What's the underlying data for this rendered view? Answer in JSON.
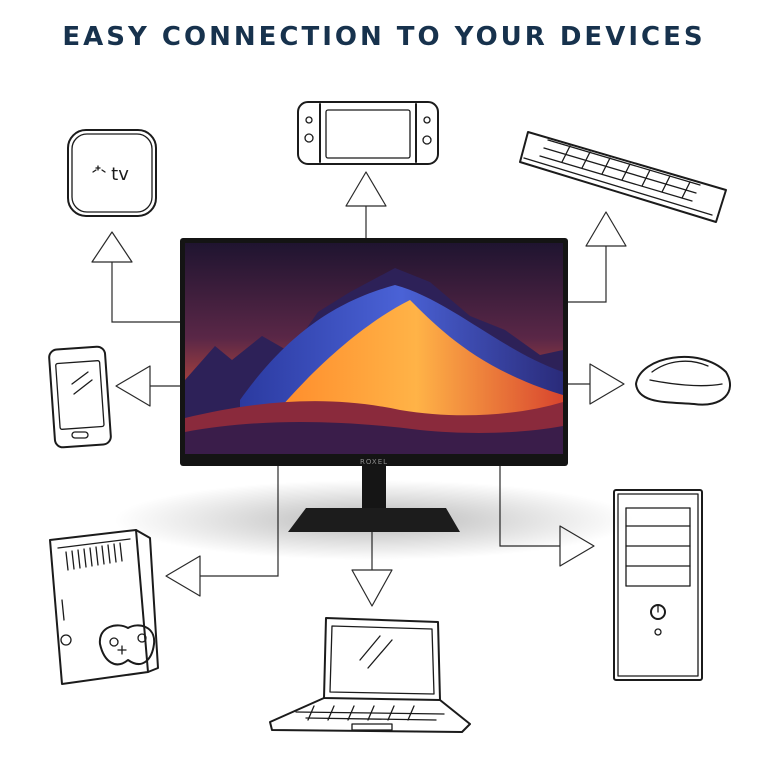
{
  "headline": "EASY CONNECTION TO YOUR DEVICES",
  "monitor": {
    "brand": "ROXEL"
  },
  "devices": {
    "apple_tv": {
      "label": "tv"
    }
  },
  "colors": {
    "headline": "#17324d",
    "bezel": "#141414",
    "sketch": "#1b1b1b"
  }
}
